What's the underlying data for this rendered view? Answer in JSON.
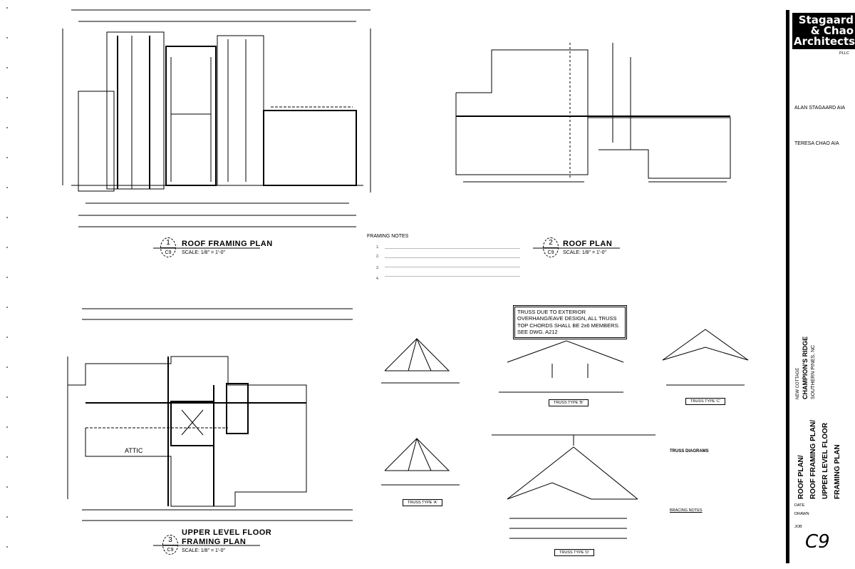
{
  "drawings": {
    "roof_framing_plan": {
      "number": "1",
      "sheet": "C9",
      "title": "ROOF FRAMING PLAN",
      "scale": "SCALE: 1/8\" = 1'-0\""
    },
    "roof_plan": {
      "number": "2",
      "sheet": "C9",
      "title": "ROOF PLAN",
      "scale": "SCALE: 1/8\" = 1'-0\""
    },
    "upper_level_floor_framing_plan": {
      "number": "3",
      "sheet": "C9",
      "title_line1": "UPPER LEVEL FLOOR",
      "title_line2": "FRAMING PLAN",
      "scale": "SCALE: 1/8\" = 1'-0\""
    }
  },
  "framing_notes": {
    "heading": "FRAMING NOTES",
    "items": [
      "1.",
      "2.",
      "3.",
      "4."
    ]
  },
  "callout_box": "TRUSS DUE TO EXTERIOR OVERHANG/EAVE DESIGN, ALL TRUSS TOP CHORDS SHALL BE 2x6 MEMBERS. SEE DWG. A212",
  "attic_label": "ATTIC",
  "trusses": {
    "type_a": "TRUSS TYPE 'A'",
    "type_b": "TRUSS TYPE 'B'",
    "type_c": "TRUSS TYPE 'C'",
    "type_d": "TRUSS TYPE 'D'"
  },
  "truss_notes": {
    "heading": "TRUSS DIAGRAMS",
    "bracing_heading": "BRACING NOTES"
  },
  "title_block": {
    "firm_line1": "Stagaard",
    "firm_line2": "& Chao",
    "firm_line3": "Architects",
    "firm_suffix": "PLLC",
    "architect": "ALAN STAGAARD AIA",
    "architect2": "TERESA CHAO AIA",
    "project_line1": "NEW COTTAGE",
    "project_name": "CHAMPION'S RIDGE",
    "project_location": "SOUTHERN PINES, NC",
    "sheet_title": [
      "ROOF PLAN/",
      "ROOF FRAMING PLAN/",
      "UPPER LEVEL FLOOR",
      "FRAMING PLAN"
    ],
    "date_label": "DATE",
    "drawn_label": "DRAWN",
    "job_label": "JOB",
    "sheet_number": "C9"
  }
}
